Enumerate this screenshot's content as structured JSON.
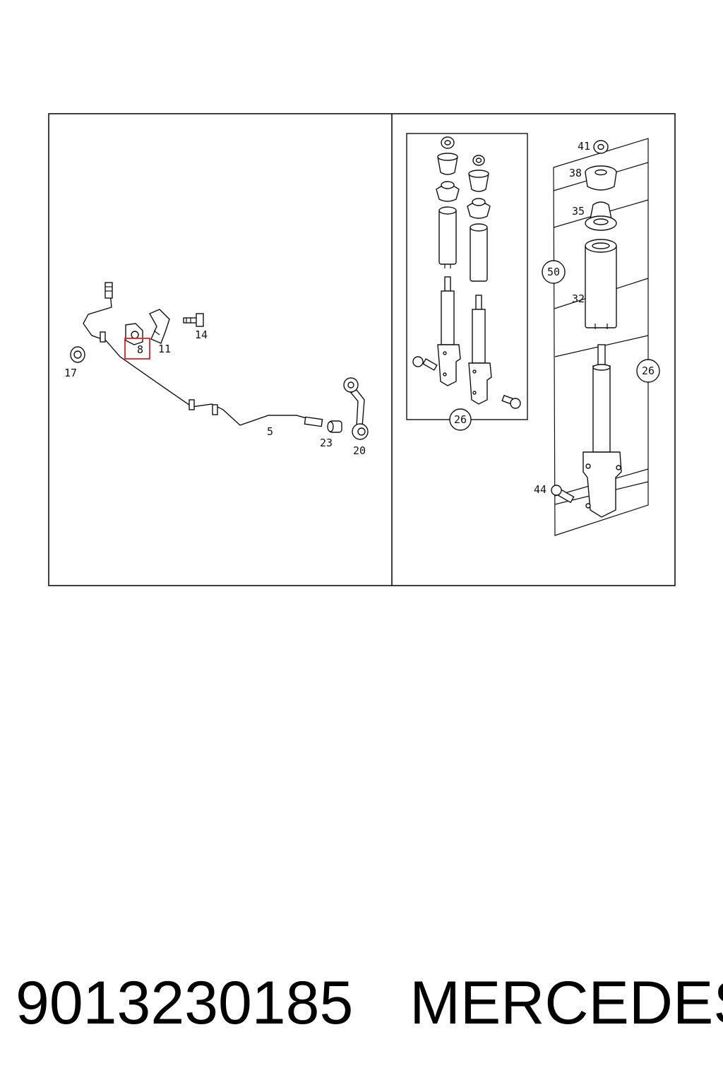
{
  "callouts": {
    "p5": "5",
    "p8": "8",
    "p11": "11",
    "p14": "14",
    "p17": "17",
    "p20": "20",
    "p23": "23",
    "p26a": "26",
    "p26b": "26",
    "p32": "32",
    "p35": "35",
    "p38": "38",
    "p41": "41",
    "p44": "44",
    "p50": "50"
  },
  "highlight_color": "#e02020",
  "caption": {
    "part_number": "9013230185",
    "brand": "MERCEDES"
  }
}
